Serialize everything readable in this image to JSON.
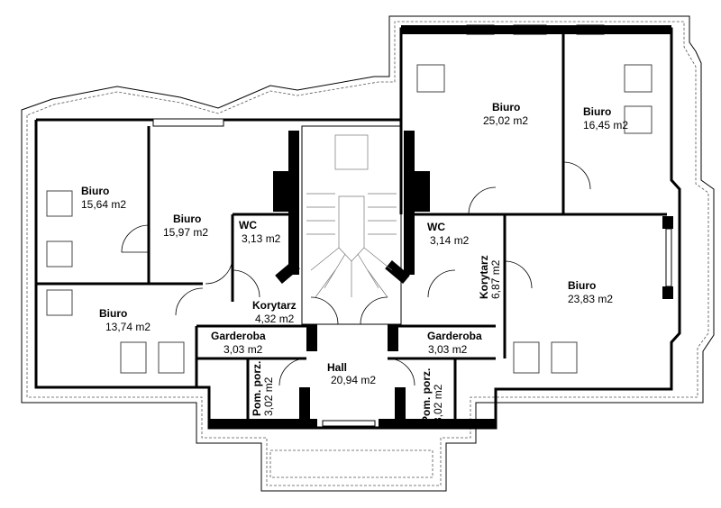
{
  "rooms": [
    {
      "id": "biuro-1",
      "name": "Biuro",
      "area": "15,64 m2"
    },
    {
      "id": "biuro-2",
      "name": "Biuro",
      "area": "15,97 m2"
    },
    {
      "id": "biuro-3",
      "name": "Biuro",
      "area": "13,74 m2"
    },
    {
      "id": "wc-left",
      "name": "WC",
      "area": "3,13 m2"
    },
    {
      "id": "korytarz-left",
      "name": "Korytarz",
      "area": "4,32 m2"
    },
    {
      "id": "garderoba-left",
      "name": "Garderoba",
      "area": "3,03 m2"
    },
    {
      "id": "hall",
      "name": "Hall",
      "area": "20,94 m2"
    },
    {
      "id": "pom-porz-left",
      "name": "Pom. porz.",
      "area": "3,02 m2"
    },
    {
      "id": "pom-porz-right",
      "name": "Pom. porz.",
      "area": "3,02 m2"
    },
    {
      "id": "garderoba-right",
      "name": "Garderoba",
      "area": "3,03 m2"
    },
    {
      "id": "wc-right",
      "name": "WC",
      "area": "3,14 m2"
    },
    {
      "id": "korytarz-right",
      "name": "Korytarz",
      "area": "6,87 m2"
    },
    {
      "id": "biuro-4",
      "name": "Biuro",
      "area": "25,02 m2"
    },
    {
      "id": "biuro-5",
      "name": "Biuro",
      "area": "16,45 m2"
    },
    {
      "id": "biuro-6",
      "name": "Biuro",
      "area": "23,83 m2"
    }
  ]
}
